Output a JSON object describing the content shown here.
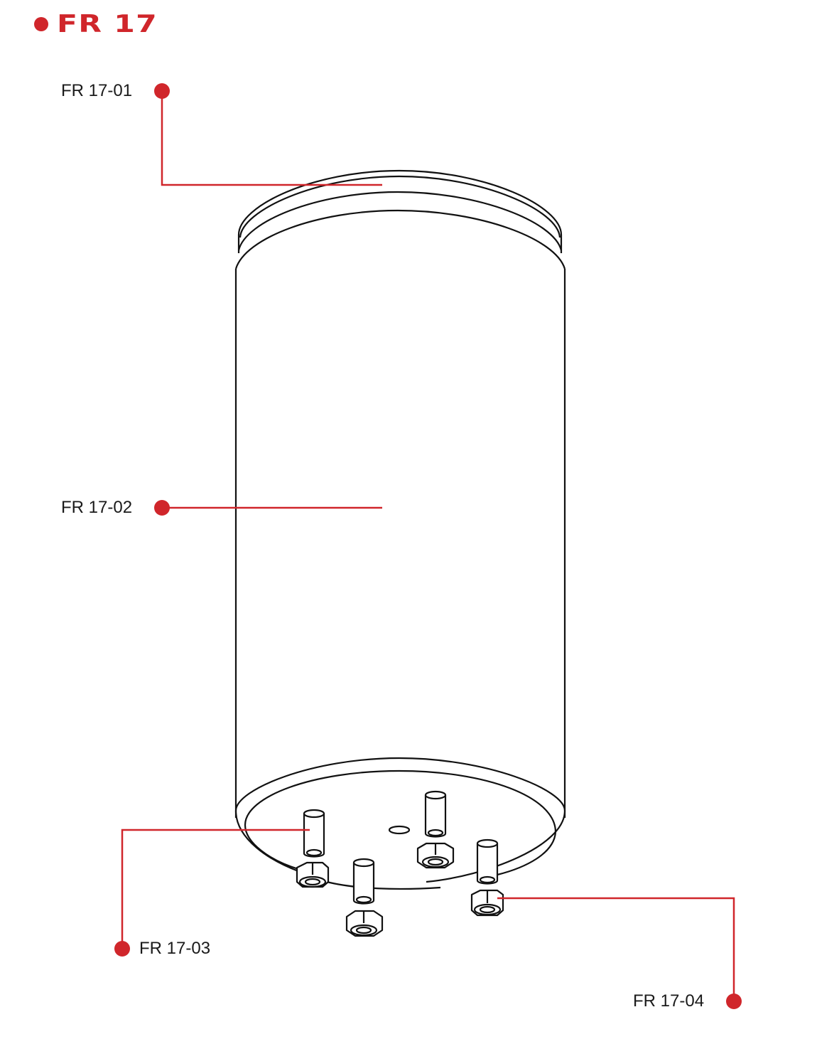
{
  "title": {
    "text": "FR 17",
    "accent_color": "#d0262b"
  },
  "diagram": {
    "subject": "cylindrical water heater tank (exploded parts view)",
    "line_color": "#111111",
    "callout_color": "#d0262b",
    "callouts": [
      {
        "id": "FR 17-01",
        "label": "FR 17-01",
        "target": "top cap / rim"
      },
      {
        "id": "FR 17-02",
        "label": "FR 17-02",
        "target": "tank body"
      },
      {
        "id": "FR 17-03",
        "label": "FR 17-03",
        "target": "inlet/outlet pipe"
      },
      {
        "id": "FR 17-04",
        "label": "FR 17-04",
        "target": "pipe nut"
      }
    ]
  }
}
